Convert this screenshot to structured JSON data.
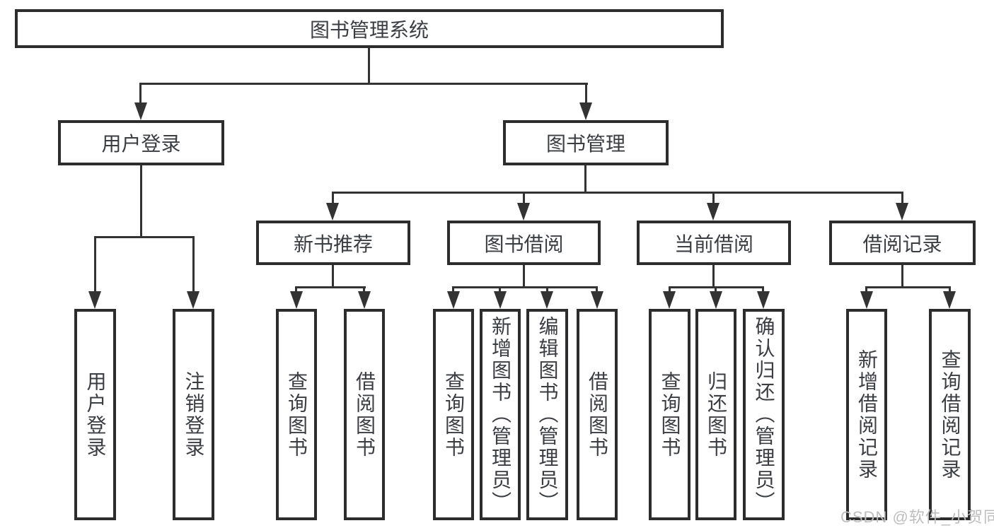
{
  "diagram_title": "图书管理系统",
  "colors": {
    "box_border": "#2d2d2d",
    "connector_line": "#333333",
    "text": "#3a3d42",
    "watermark": "#bdbdbd",
    "background": "#ffffff"
  },
  "tree": {
    "label": "图书管理系统",
    "children": [
      {
        "label": "用户登录",
        "children": [
          {
            "label": "用户登录"
          },
          {
            "label": "注销登录"
          }
        ]
      },
      {
        "label": "图书管理",
        "children": [
          {
            "label": "新书推荐",
            "children": [
              {
                "label": "查询图书"
              },
              {
                "label": "借阅图书"
              }
            ]
          },
          {
            "label": "图书借阅",
            "children": [
              {
                "label": "查询图书"
              },
              {
                "label": "新增图书（管理员）"
              },
              {
                "label": "编辑图书（管理员）"
              },
              {
                "label": "借阅图书"
              }
            ]
          },
          {
            "label": "当前借阅",
            "children": [
              {
                "label": "查询图书"
              },
              {
                "label": "归还图书"
              },
              {
                "label": "确认归还（管理员）"
              }
            ]
          },
          {
            "label": "借阅记录",
            "children": [
              {
                "label": "新增借阅记录"
              },
              {
                "label": "查询借阅记录"
              }
            ]
          }
        ]
      }
    ]
  },
  "watermark": {
    "text": "CSDN @软件_小贺同学"
  }
}
